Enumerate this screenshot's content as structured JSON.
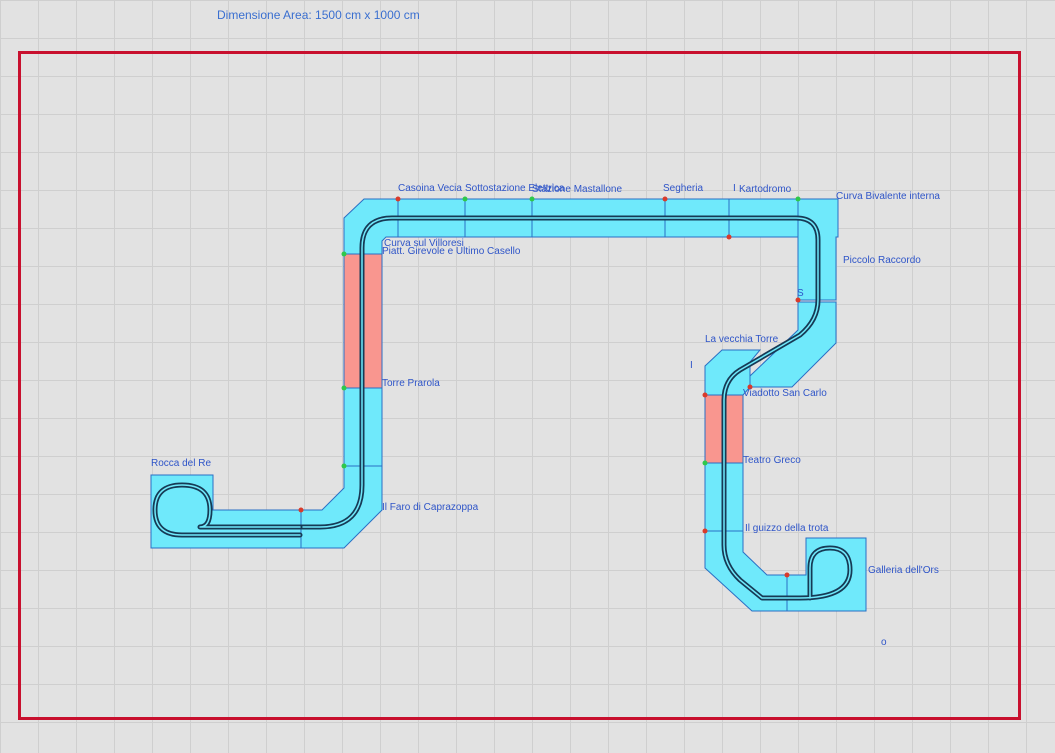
{
  "header": {
    "area_label": "Dimensione Area: 1500 cm x 1000 cm"
  },
  "colors": {
    "module": "#6fe9fb",
    "module_highlight": "#f9968f",
    "border": "#c8102e",
    "label": "#2f55c8",
    "track": "#163a55"
  },
  "modules": {
    "rocca_del_re": "Rocca del Re",
    "casoina_vecia": "Casoina Vecia",
    "sottostazione": "Sottostazione Elettrica",
    "mastallone": "Stazione Mastallone",
    "segheria": "Segheria",
    "il_marker": "I",
    "kartodromo": "Kartodromo",
    "curva_bivalente": "Curva Bivalente interna",
    "curva_villoresi": "Curva sul Villoresi",
    "piatt_girevole": "Piatt. Girevole e Ultimo Casello",
    "piccolo_raccordo": "Piccolo Raccordo",
    "s_marker": "S",
    "la_vecchia_torre": "La vecchia Torre",
    "i_marker": "I",
    "torre_prarola": "Torre Prarola",
    "viadotto": "Viadotto San Carlo",
    "teatro_greco": "Teatro Greco",
    "faro": "Il Faro di Caprazoppa",
    "guizzo": "Il guizzo della trota",
    "galleria": "Galleria dell'Ors",
    "o_marker": "o"
  }
}
